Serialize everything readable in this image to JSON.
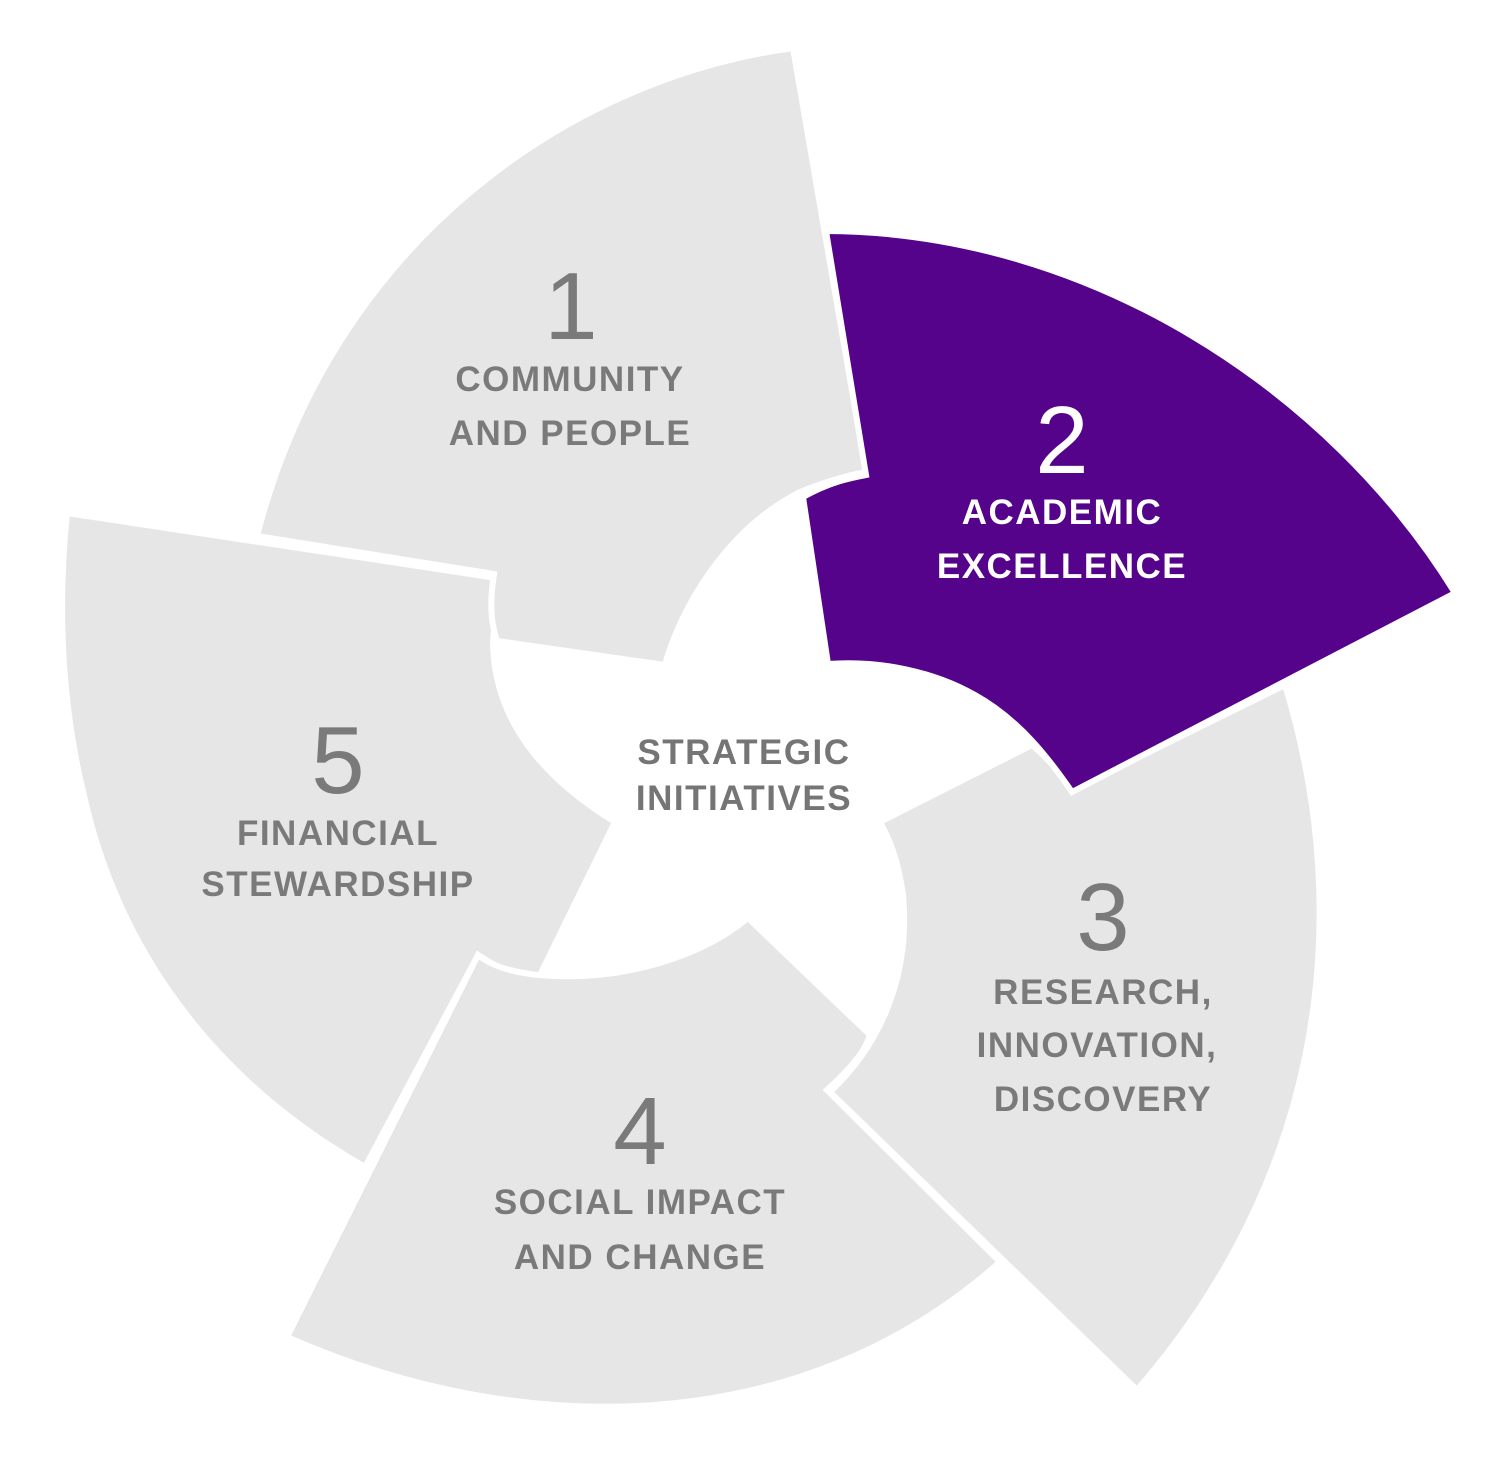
{
  "center": {
    "line1": "STRATEGIC",
    "line2": "INITIATIVES",
    "color": "#757575"
  },
  "colors": {
    "segment_fill": "#e6e6e6",
    "segment_text": "#7a7a7a",
    "highlight_fill": "#55038a",
    "highlight_text": "#ffffff"
  },
  "segments": [
    {
      "number": "1",
      "line1": "COMMUNITY",
      "line2": "AND PEOPLE",
      "line3": "",
      "highlighted": false
    },
    {
      "number": "2",
      "line1": "ACADEMIC",
      "line2": "EXCELLENCE",
      "line3": "",
      "highlighted": true
    },
    {
      "number": "3",
      "line1": "RESEARCH,",
      "line2": "INNOVATION,",
      "line3": "DISCOVERY",
      "highlighted": false
    },
    {
      "number": "4",
      "line1": "SOCIAL IMPACT",
      "line2": "AND CHANGE",
      "line3": "",
      "highlighted": false
    },
    {
      "number": "5",
      "line1": "FINANCIAL",
      "line2": "STEWARDSHIP",
      "line3": "",
      "highlighted": false
    }
  ]
}
